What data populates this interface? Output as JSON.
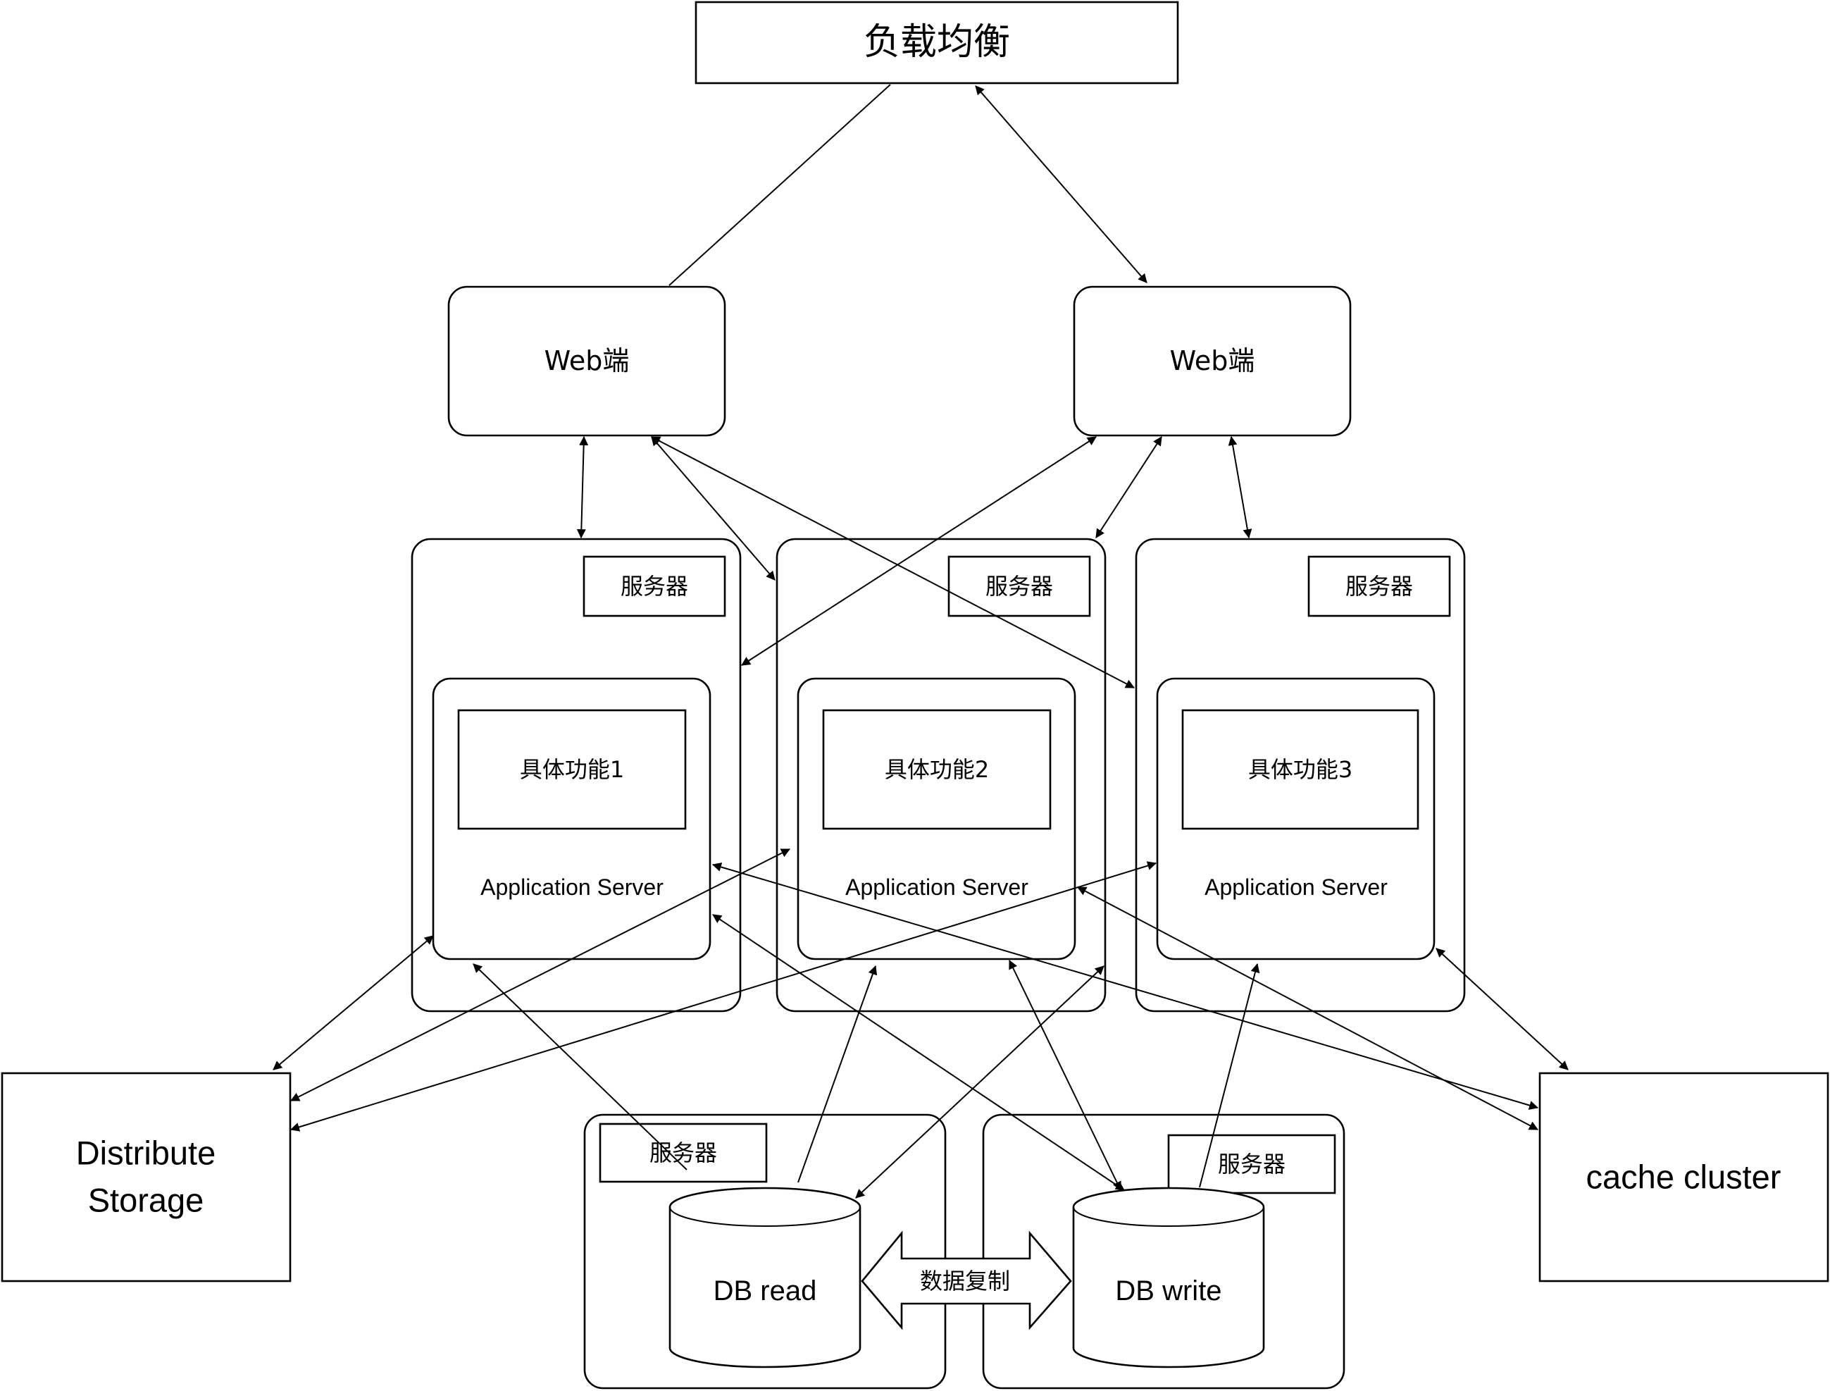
{
  "load_balancer": {
    "label": "负载均衡"
  },
  "web_nodes": [
    {
      "label": "Web端"
    },
    {
      "label": "Web端"
    }
  ],
  "servers": [
    {
      "tag": "服务器",
      "function": "具体功能1",
      "app_label": "Application Server"
    },
    {
      "tag": "服务器",
      "function": "具体功能2",
      "app_label": "Application Server"
    },
    {
      "tag": "服务器",
      "function": "具体功能3",
      "app_label": "Application Server"
    }
  ],
  "storage": {
    "line1": "Distribute",
    "line2": "Storage"
  },
  "cache": {
    "label": "cache cluster"
  },
  "db_read": {
    "tag": "服务器",
    "label": "DB read"
  },
  "db_write": {
    "tag": "服务器",
    "label": "DB write"
  },
  "replication": {
    "label": "数据复制"
  }
}
